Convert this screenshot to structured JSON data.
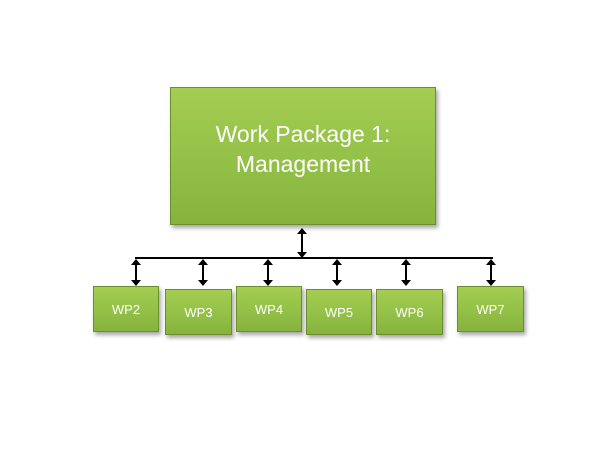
{
  "main_box": {
    "line1": "Work Package 1:",
    "line2": "Management"
  },
  "work_packages": [
    {
      "label": "WP2"
    },
    {
      "label": "WP3"
    },
    {
      "label": "WP4"
    },
    {
      "label": "WP5"
    },
    {
      "label": "WP6"
    },
    {
      "label": "WP7"
    }
  ],
  "colors": {
    "box_fill": "#93c047",
    "box_border": "#6b8f2f",
    "text": "#ffffff",
    "connector": "#000000"
  }
}
